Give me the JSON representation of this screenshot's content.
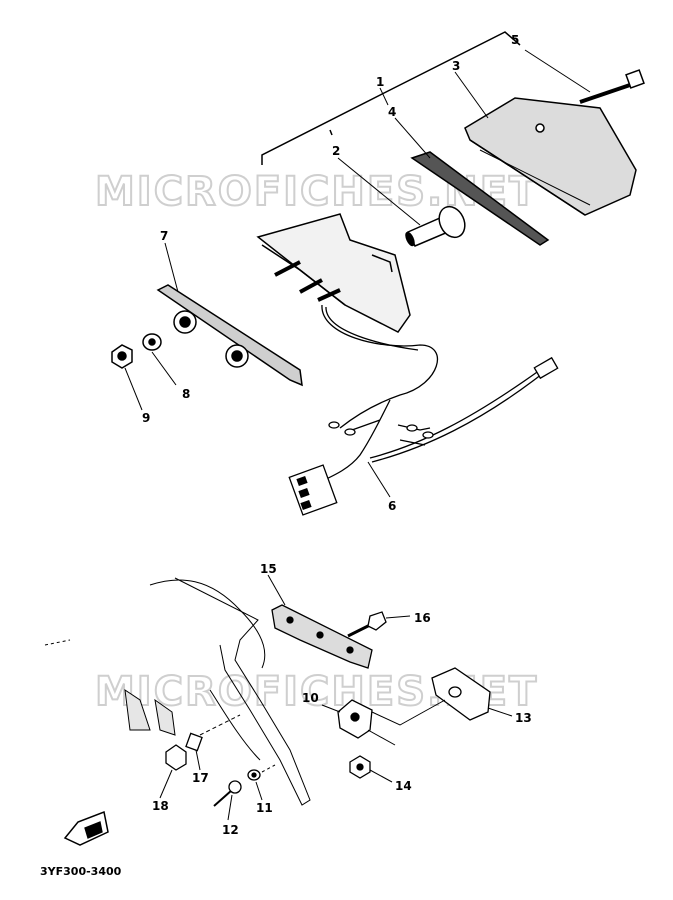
{
  "watermark": "MICROFICHES.NET",
  "diagram_code": "3YF300-3400",
  "callouts": [
    "1",
    "2",
    "3",
    "4",
    "5",
    "6",
    "7",
    "8",
    "9",
    "10",
    "11",
    "12",
    "13",
    "14",
    "15",
    "16",
    "17",
    "18"
  ],
  "colors": {
    "line": "#000000",
    "watermark": "#cfcfcf",
    "background": "#ffffff"
  }
}
